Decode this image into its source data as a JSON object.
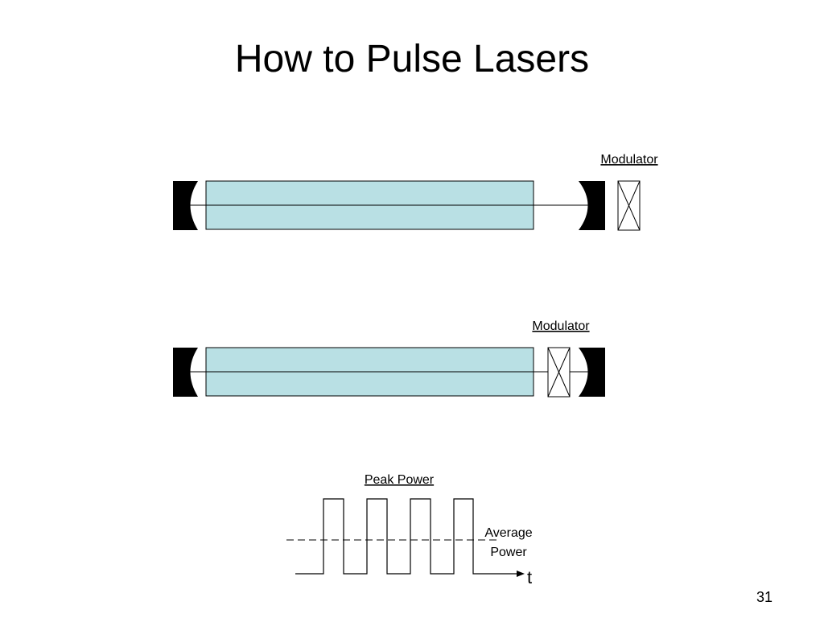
{
  "slide": {
    "title": "How to Pulse Lasers",
    "page_number": "31"
  },
  "laser_external": {
    "modulator_label": "Modulator"
  },
  "laser_intracavity": {
    "modulator_label": "Modulator"
  },
  "pulse_graph": {
    "peak_label": "Peak Power",
    "average_label_line1": "Average",
    "average_label_line2": "Power",
    "time_label": "t"
  },
  "colors": {
    "gain_medium": "#b9e0e4",
    "mirror": "#000000",
    "line": "#000000"
  }
}
